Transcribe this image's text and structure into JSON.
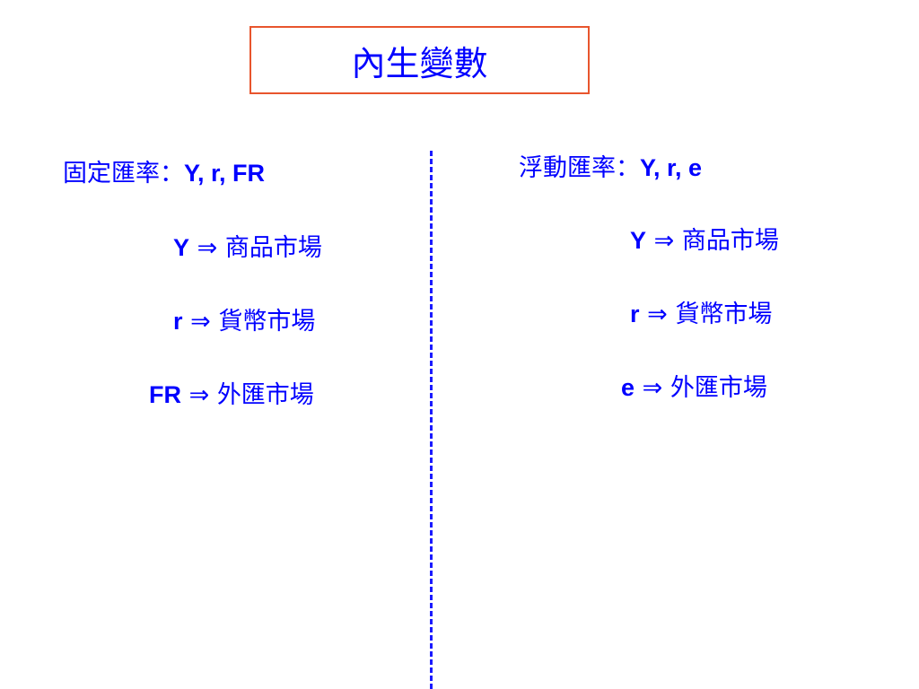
{
  "title": "內生變數",
  "left": {
    "heading_cjk": "固定匯率：",
    "heading_vars": "Y, r, FR",
    "rows": [
      {
        "var": "Y",
        "arrow": "⇒",
        "market": "商品市場"
      },
      {
        "var": "r",
        "arrow": "⇒",
        "market": "貨幣市場"
      },
      {
        "var": "FR",
        "arrow": "⇒",
        "market": "外匯市場"
      }
    ]
  },
  "right": {
    "heading_cjk": "浮動匯率：",
    "heading_vars": "Y, r, e",
    "rows": [
      {
        "var": "Y",
        "arrow": "⇒",
        "market": "商品市場"
      },
      {
        "var": "r",
        "arrow": "⇒",
        "market": "貨幣市場"
      },
      {
        "var": "e",
        "arrow": "⇒",
        "market": "外匯市場"
      }
    ]
  },
  "colors": {
    "text": "#0000ff",
    "title_border": "#e8552d",
    "divider": "#1a1aff"
  }
}
